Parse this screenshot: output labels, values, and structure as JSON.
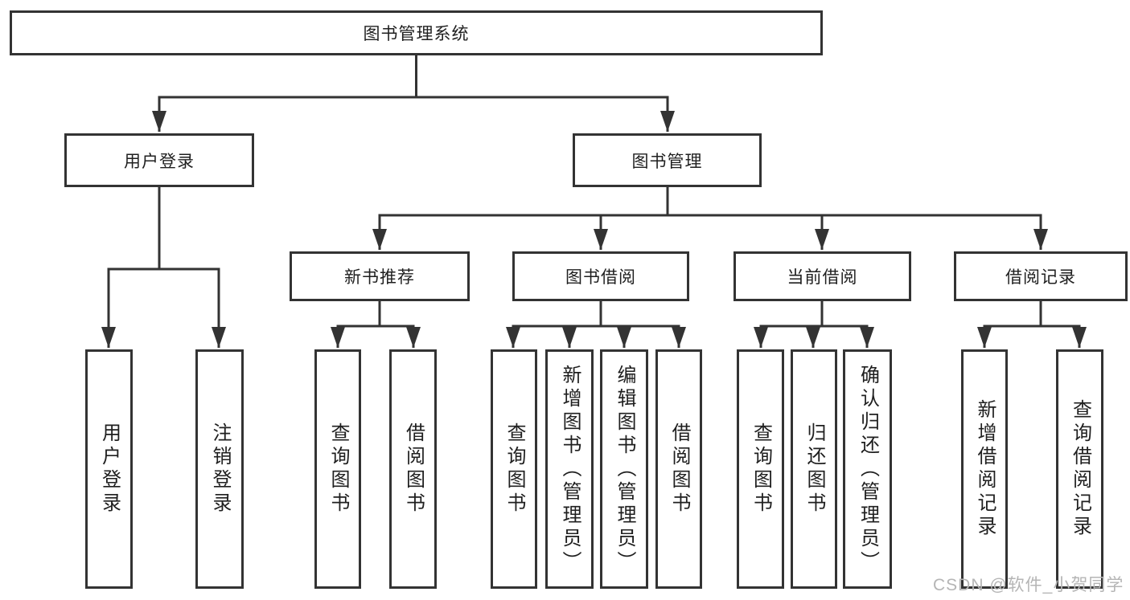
{
  "diagram_title": "图书管理系统",
  "tree": {
    "label": "图书管理系统",
    "children": [
      {
        "label": "用户登录",
        "children": [
          {
            "label": "用户登录"
          },
          {
            "label": "注销登录"
          }
        ]
      },
      {
        "label": "图书管理",
        "children": [
          {
            "label": "新书推荐",
            "children": [
              {
                "label": "查询图书"
              },
              {
                "label": "借阅图书"
              }
            ]
          },
          {
            "label": "图书借阅",
            "children": [
              {
                "label": "查询图书"
              },
              {
                "label": "新增图书（管理员）"
              },
              {
                "label": "编辑图书（管理员）"
              },
              {
                "label": "借阅图书"
              }
            ]
          },
          {
            "label": "当前借阅",
            "children": [
              {
                "label": "查询图书"
              },
              {
                "label": "归还图书"
              },
              {
                "label": "确认归还（管理员）"
              }
            ]
          },
          {
            "label": "借阅记录",
            "children": [
              {
                "label": "新增借阅记录"
              },
              {
                "label": "查询借阅记录"
              }
            ]
          }
        ]
      }
    ]
  },
  "watermark": "CSDN @软件_小贺同学",
  "colors": {
    "line": "#333333",
    "border": "#333333",
    "text": "#1f1f1f",
    "background": "#ffffff",
    "watermark": "#b5b5b5"
  }
}
